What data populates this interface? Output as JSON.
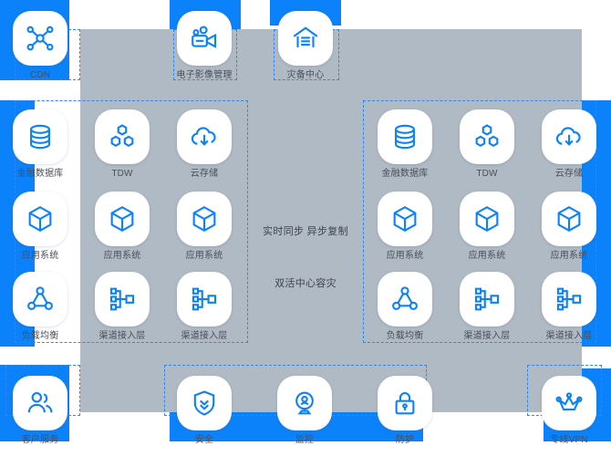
{
  "palette": {
    "accent_blue": "#0c82fa",
    "panel_grey": "#b0bac4",
    "dash_blue": "#2f86f6",
    "tile_white": "#ffffff",
    "label_grey": "#4a4f57"
  },
  "center": {
    "sync_caption": "实时同步 异步复制",
    "dual_center_caption": "双活中心容灾"
  },
  "nodes": {
    "top": [
      {
        "id": "cdn",
        "label": "CDN",
        "icon": "cdn-network-icon"
      },
      {
        "id": "media-mgmt",
        "label": "电子影像管理",
        "icon": "video-camera-icon"
      },
      {
        "id": "dr-center",
        "label": "灾备中心",
        "icon": "warehouse-icon"
      }
    ],
    "left_cluster": [
      {
        "id": "l-fin-db",
        "label": "金融数据库",
        "icon": "database-icon"
      },
      {
        "id": "l-tdw",
        "label": "TDW",
        "icon": "hexagon-cluster-icon"
      },
      {
        "id": "l-cloud",
        "label": "云存储",
        "icon": "cloud-download-icon"
      },
      {
        "id": "l-app-1",
        "label": "应用系统",
        "icon": "cube-icon"
      },
      {
        "id": "l-app-2",
        "label": "应用系统",
        "icon": "cube-icon"
      },
      {
        "id": "l-app-3",
        "label": "应用系统",
        "icon": "cube-icon"
      },
      {
        "id": "l-lb",
        "label": "负载均衡",
        "icon": "load-balancer-icon"
      },
      {
        "id": "l-channel-1",
        "label": "渠道接入层",
        "icon": "sitemap-icon"
      },
      {
        "id": "l-channel-2",
        "label": "渠道接入层",
        "icon": "sitemap-icon"
      }
    ],
    "right_cluster": [
      {
        "id": "r-fin-db",
        "label": "金融数据库",
        "icon": "database-icon"
      },
      {
        "id": "r-tdw",
        "label": "TDW",
        "icon": "hexagon-cluster-icon"
      },
      {
        "id": "r-cloud",
        "label": "云存储",
        "icon": "cloud-download-icon"
      },
      {
        "id": "r-app-1",
        "label": "应用系统",
        "icon": "cube-icon"
      },
      {
        "id": "r-app-2",
        "label": "应用系统",
        "icon": "cube-icon"
      },
      {
        "id": "r-app-3",
        "label": "应用系统",
        "icon": "cube-icon"
      },
      {
        "id": "r-lb",
        "label": "负载均衡",
        "icon": "load-balancer-icon"
      },
      {
        "id": "r-channel-1",
        "label": "渠道接入层",
        "icon": "sitemap-icon"
      },
      {
        "id": "r-channel-2",
        "label": "渠道接入层",
        "icon": "sitemap-icon"
      }
    ],
    "bottom": [
      {
        "id": "b-users",
        "label": "客户服务",
        "icon": "users-icon"
      },
      {
        "id": "b-security",
        "label": "安全",
        "icon": "shield-icon"
      },
      {
        "id": "b-monitor",
        "label": "监控",
        "icon": "webcam-icon"
      },
      {
        "id": "b-protect",
        "label": "防护",
        "icon": "lock-icon"
      },
      {
        "id": "b-vpn",
        "label": "专线VPN",
        "icon": "crown-icon"
      }
    ]
  }
}
